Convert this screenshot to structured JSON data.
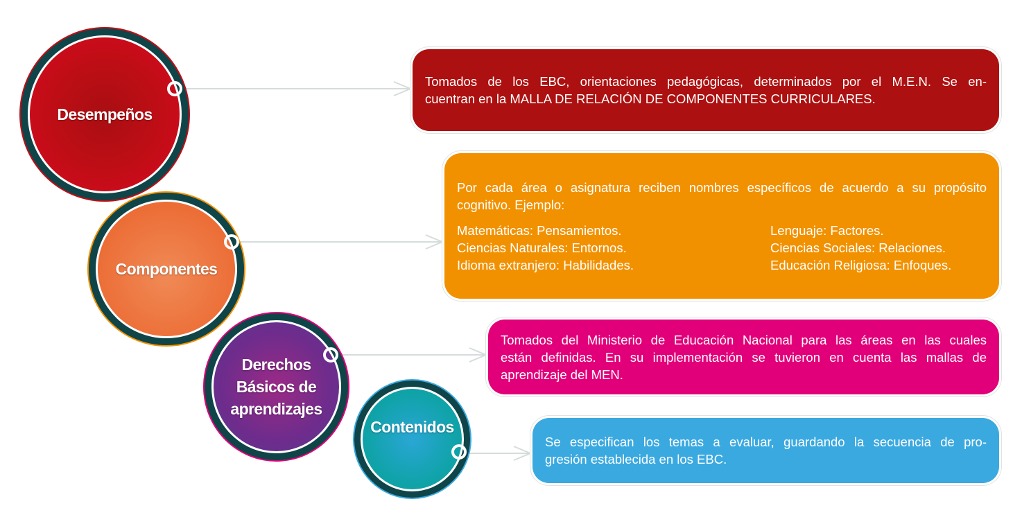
{
  "nodes": [
    {
      "label": "Desempeños",
      "color": "#c10d16"
    },
    {
      "label": "Componentes",
      "color": "#ec6d36"
    },
    {
      "label_lines": [
        "Derechos",
        "Básicos de",
        "aprendizajes"
      ],
      "color": "#6e2c8c"
    },
    {
      "label": "Contenidos",
      "color": "#0fa3a8"
    }
  ],
  "boxes": {
    "desempenos": {
      "color": "#ad1010",
      "lines": [
        "Tomados de los EBC, orientaciones pedagógicas, determinados por el M.E.N. Se en-",
        "cuentran en la MALLA DE RELACIÓN DE COMPONENTES CURRICULARES."
      ]
    },
    "componentes": {
      "color": "#f29100",
      "intro": [
        "Por cada área o asignatura reciben nombres específicos de acuerdo a su propósito",
        "cognitivo. Ejemplo:"
      ],
      "left": [
        "Matemáticas: Pensamientos.",
        "Ciencias Naturales: Entornos.",
        "Idioma extranjero: Habilidades."
      ],
      "right": [
        "Lenguaje: Factores.",
        "Ciencias Sociales: Relaciones.",
        "Educación Religiosa: Enfoques."
      ]
    },
    "derechos": {
      "color": "#e2007a",
      "lines": [
        "Tomados del Ministerio de Educación Nacional para las áreas en las cuales",
        "están definidas. En su implementación se tuvieron en cuenta las mallas de",
        "aprendizaje del MEN."
      ]
    },
    "contenidos": {
      "color": "#3aa9e0",
      "lines": [
        "Se especifican los temas a evaluar, guardando la secuencia de pro-",
        "gresión establecida en los EBC."
      ]
    }
  }
}
